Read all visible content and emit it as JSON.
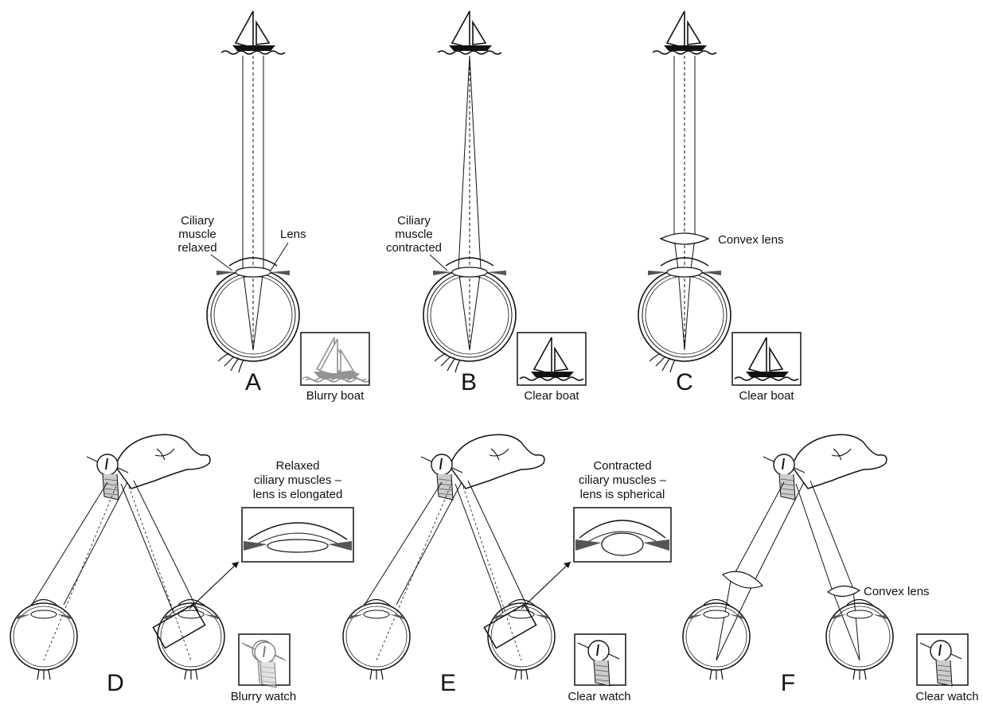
{
  "panels": {
    "A": {
      "letter": "A",
      "label_ciliary": [
        "Ciliary",
        "muscle",
        "relaxed"
      ],
      "label_lens": "Lens",
      "inset_caption": "Blurry boat"
    },
    "B": {
      "letter": "B",
      "label_ciliary": [
        "Ciliary",
        "muscle",
        "contracted"
      ],
      "inset_caption": "Clear boat"
    },
    "C": {
      "letter": "C",
      "label_convex": "Convex lens",
      "inset_caption": "Clear boat"
    },
    "D": {
      "letter": "D",
      "zoom_caption": [
        "Relaxed",
        "ciliary muscles –",
        "lens is elongated"
      ],
      "inset_caption": "Blurry watch"
    },
    "E": {
      "letter": "E",
      "zoom_caption": [
        "Contracted",
        "ciliary muscles –",
        "lens is spherical"
      ],
      "inset_caption": "Clear watch"
    },
    "F": {
      "letter": "F",
      "label_convex": "Convex lens",
      "inset_caption": "Clear watch"
    }
  },
  "icons": {
    "boat": "sailboat-icon",
    "eye": "eyeball-cross-section-icon",
    "hand": "hand-with-wristwatch-icon",
    "watch": "wristwatch-icon"
  },
  "colors": {
    "line": "#111111",
    "blurry": "#9a9a9a",
    "muscle": "#555555"
  }
}
